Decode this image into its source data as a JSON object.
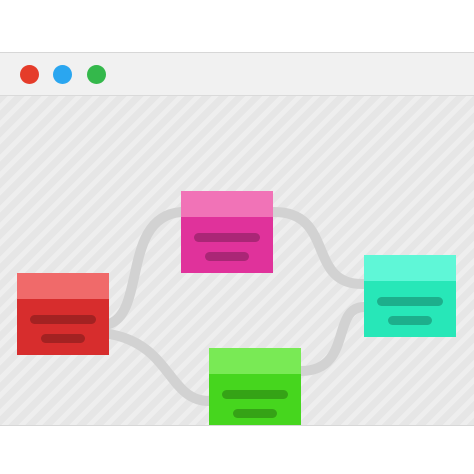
{
  "colors": {
    "window_bg": "#e6e6e6",
    "titlebar_bg": "#f1f1f1",
    "dot_red": "#e53c2a",
    "dot_blue": "#2aa6f0",
    "dot_green": "#34b84b",
    "wire": "#d2d2d2",
    "node_red": "#d72d2d",
    "node_pink": "#e0329b",
    "node_green": "#46d61e",
    "node_teal": "#27e7b8"
  },
  "icons": {
    "window_controls": [
      "red-dot-icon",
      "blue-dot-icon",
      "green-dot-icon"
    ]
  },
  "flow": {
    "nodes": [
      "red-node",
      "pink-node",
      "green-node",
      "teal-node"
    ],
    "connections": [
      [
        "red-node",
        "pink-node"
      ],
      [
        "red-node",
        "green-node"
      ],
      [
        "pink-node",
        "teal-node"
      ],
      [
        "green-node",
        "teal-node"
      ]
    ]
  }
}
